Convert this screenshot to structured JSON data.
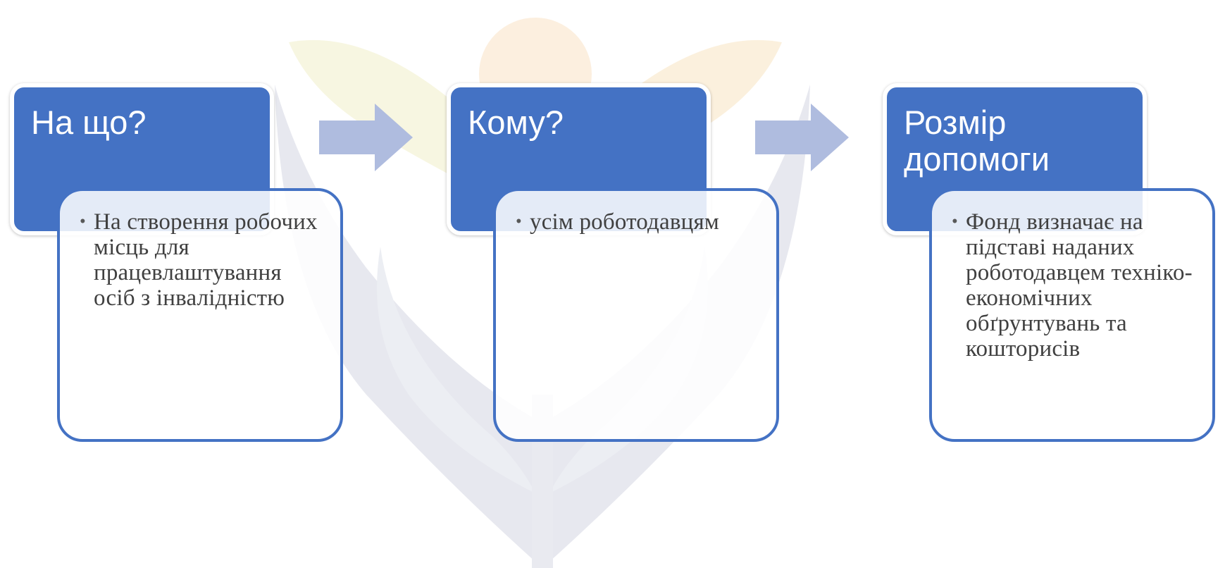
{
  "steps": [
    {
      "title": "На що?",
      "text": "На створення робочих місць для працевлаштування осіб з інвалідністю"
    },
    {
      "title": "Кому?",
      "text": "усім роботодавцям"
    },
    {
      "title": "Розмір допомоги",
      "text": "Фонд визначає на підставі наданих роботодавцем техніко-економічних обґрунтувань та кошторисів"
    }
  ],
  "colors": {
    "header_fill": "#4472c4",
    "body_border": "#4472c4",
    "arrow_fill": "#afbcdf",
    "text_dark": "#404040"
  },
  "icons": {
    "bullet": "•",
    "step_arrow": "right-arrow-icon"
  }
}
